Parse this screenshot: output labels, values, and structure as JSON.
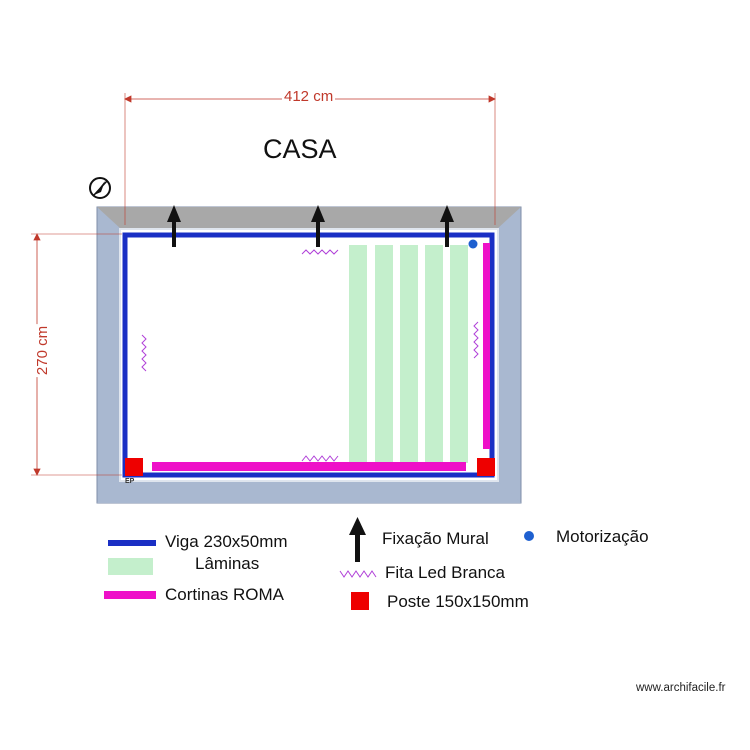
{
  "title": "CASA",
  "dimensions": {
    "width_label": "412 cm",
    "height_label": "270 cm"
  },
  "corner_label": "EP",
  "compass_icon": "compass-north-icon",
  "colors": {
    "wall": "#a8a8a8",
    "wall_side": "#a9b8d0",
    "viga": "#1a2fc4",
    "laminas": "#c4efcc",
    "cortinas": "#ee10c8",
    "poste": "#ee0000",
    "motor": "#1e60d0",
    "led": "#b040d8",
    "dimension": "#c0392b"
  },
  "legend": {
    "viga": "Viga 230x50mm",
    "laminas": "Lâminas",
    "cortinas": "Cortinas ROMA",
    "fixacao": "Fixação Mural",
    "led": "Fita Led Branca",
    "poste": "Poste 150x150mm",
    "motor": "Motorização"
  },
  "credit": "www.archifacile.fr"
}
